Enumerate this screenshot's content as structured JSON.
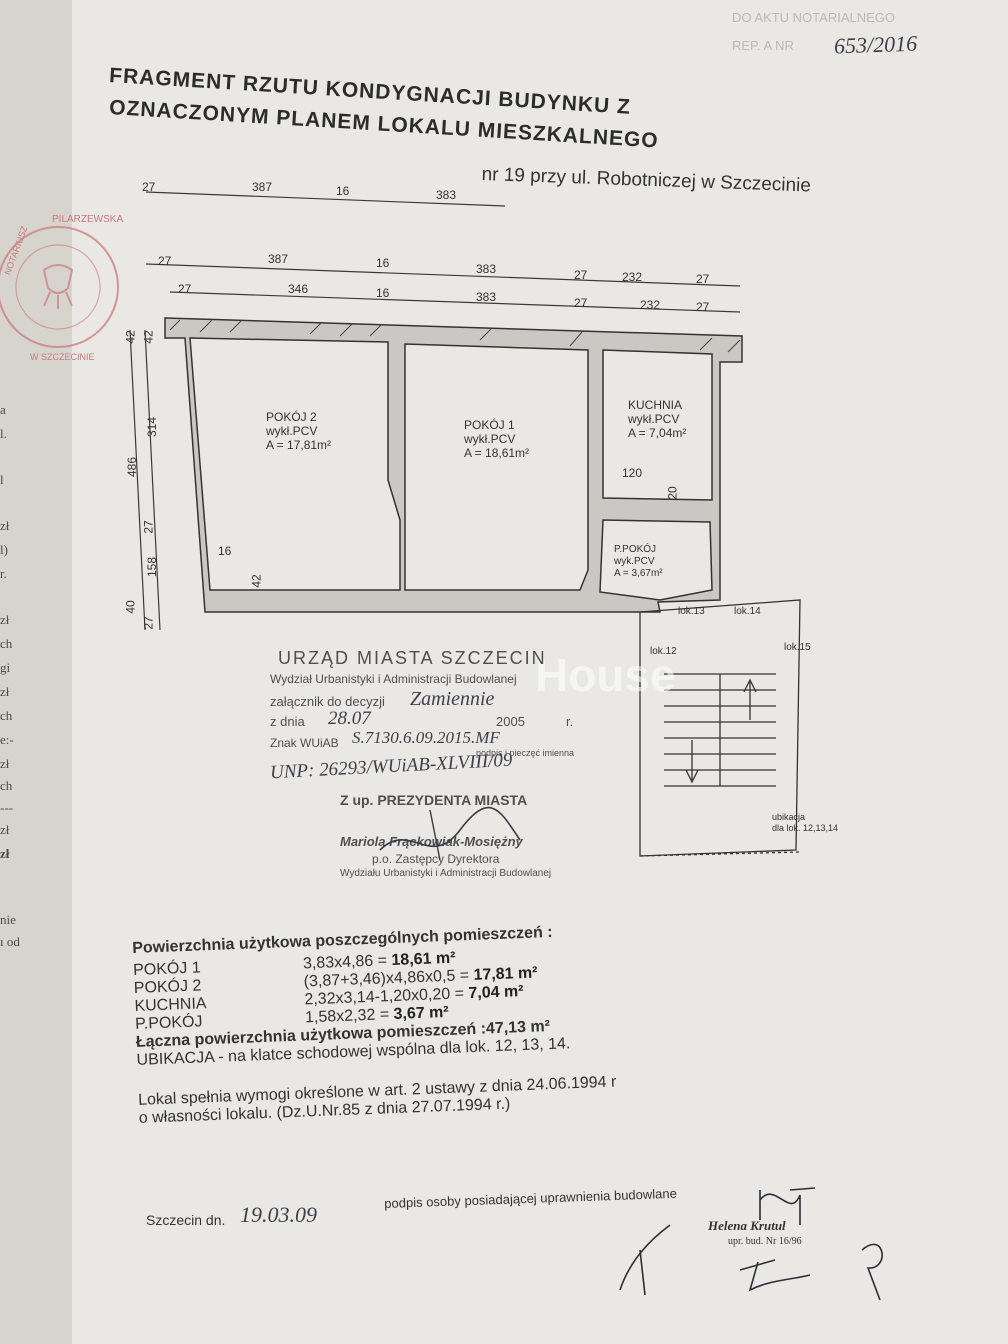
{
  "header": {
    "corner_line1": "DO AKTU NOTARIALNEGO",
    "corner_line2": "REP. A NR",
    "corner_number": "653/2016",
    "title_line1": "FRAGMENT RZUTU KONDYGNACJI BUDYNKU Z",
    "title_line2": "OZNACZONYM PLANEM LOKALU MIESZKALNEGO",
    "address": "nr 19 przy ul. Robotniczej w Szczecinie"
  },
  "plan": {
    "dims_row1": [
      "27",
      "387",
      "16",
      "383"
    ],
    "dims_row2": [
      "27",
      "387",
      "16",
      "383",
      "27",
      "232",
      "27"
    ],
    "dims_row3": [
      "27",
      "346",
      "16",
      "383",
      "27",
      "232",
      "27"
    ],
    "dims_vert": [
      "42",
      "42",
      "314",
      "486",
      "27",
      "158",
      "40",
      "27"
    ],
    "dim_16": "16",
    "dim_42": "42",
    "dim_120": "120",
    "dim_20": "20",
    "rooms": [
      {
        "name": "POKÓJ 2",
        "finish": "wykł.PCV",
        "area": "A = 17,81m²"
      },
      {
        "name": "POKÓJ 1",
        "finish": "wykł.PCV",
        "area": "A = 18,61m²"
      },
      {
        "name": "KUCHNIA",
        "finish": "wykł.PCV",
        "area": "A = 7,04m²"
      },
      {
        "name": "P.POKÓJ",
        "finish": "wyk.PCV",
        "area": "A = 3,67m²"
      }
    ],
    "lok_labels": [
      "lok.13",
      "lok.14",
      "lok.12",
      "lok.15"
    ],
    "ubikacja_line1": "ubikacja",
    "ubikacja_line2": "dla lok. 12,13,14"
  },
  "stamp": {
    "office": "URZĄD MIASTA SZCZECIN",
    "department": "Wydział Urbanistyki i Administracji Budowlanej",
    "attachment_label": "załącznik do decyzji",
    "attachment_hand": "Zamiennie",
    "date_label": "z dnia",
    "date_day": "28.07",
    "date_year": "2005",
    "date_suffix": "r.",
    "sign_label": "Znak WUiAB",
    "sign_hand": "S.7130.6.09.2015.MF",
    "sign_note": "podpis i pieczęć imienna",
    "reg_hand": "UNP: 26293/WUiAB-XLVIII/09",
    "auth": "Z up. PREZYDENTA MIASTA",
    "person": "Mariola Frąckowiak-Mosiężny",
    "role": "p.o. Zastępcy Dyrektora",
    "unit": "Wydziału Urbanistyki i Administracji Budowlanej"
  },
  "seal": {
    "text_top": "PILARZEWSKA",
    "text_left": "NOTARIUSZ",
    "text_bottom": "W SZCZECINIE"
  },
  "watermark": "House",
  "areas": {
    "heading": "Powierzchnia użytkowa poszczególnych pomieszczeń :",
    "rows": [
      {
        "name": "POKÓJ 1",
        "formula": "3,83x4,86 = ",
        "result": "18,61 m²"
      },
      {
        "name": "POKÓJ 2",
        "formula": "(3,87+3,46)x4,86x0,5 = ",
        "result": "17,81 m²"
      },
      {
        "name": "KUCHNIA",
        "formula": "2,32x3,14-1,20x0,20 = ",
        "result": "7,04 m²"
      },
      {
        "name": "P.POKÓJ",
        "formula": "1,58x2,32 = ",
        "result": "3,67 m²"
      }
    ],
    "total": "Łączna powierzchnia użytkowa pomieszczeń :47,13 m²",
    "ubikacja": "UBIKACJA  -  na klatce schodowej wspólna dla lok. 12, 13, 14.",
    "legal1": "Lokal spełnia wymogi określone w art. 2 ustawy z dnia 24.06.1994 r",
    "legal2": "o własności lokalu. (Dz.U.Nr.85 z dnia 27.07.1994 r.)"
  },
  "footer": {
    "place": "Szczecin dn.",
    "date_hand": "19.03.09",
    "signature_label": "podpis osoby posiadającej uprawnienia budowlane",
    "architect_name": "Helena Krutul",
    "architect_perm": "upr. bud. Nr 16/96"
  },
  "left_margin": [
    "a",
    "l.",
    "l",
    "zł",
    "l)",
    "r.",
    "zł",
    "ch",
    "gi",
    "zł",
    "ch",
    "e:-",
    "zł",
    "ch",
    "---",
    "zł",
    "zł",
    "nie",
    "ı od"
  ]
}
